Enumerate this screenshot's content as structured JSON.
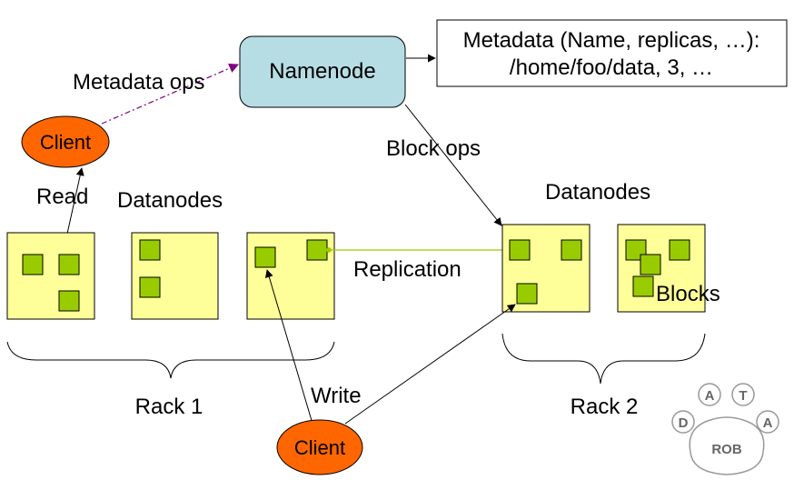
{
  "namenode": {
    "label": "Namenode"
  },
  "metadata": {
    "line1": "Metadata (Name, replicas, …):",
    "line2": "/home/foo/data, 3, …"
  },
  "labels": {
    "metadata_ops": "Metadata ops",
    "block_ops": "Block ops",
    "read": "Read",
    "write": "Write",
    "replication": "Replication",
    "blocks": "Blocks",
    "datanodes_rack1": "Datanodes",
    "datanodes_rack2": "Datanodes",
    "rack1": "Rack 1",
    "rack2": "Rack 2"
  },
  "clients": {
    "top": "Client",
    "bottom": "Client"
  },
  "logo": {
    "letters": [
      "D",
      "A",
      "T",
      "A"
    ],
    "name": "ROB"
  },
  "colors": {
    "namenode_fill": "#b7dde4",
    "client_fill": "#ff6600",
    "datanode_fill": "#ffff99",
    "block_fill": "#99cc00",
    "meta_ops_line": "#800080",
    "replication_line": "#99cc00"
  }
}
